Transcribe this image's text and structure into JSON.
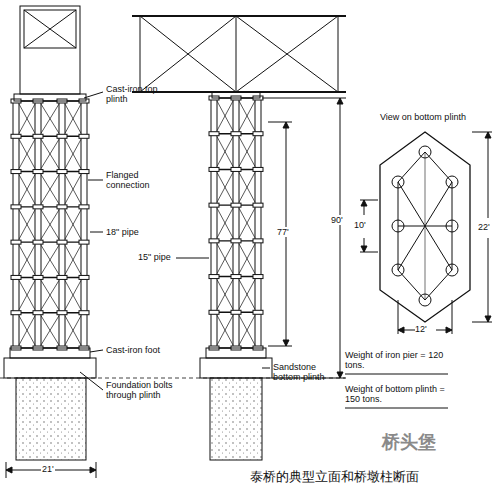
{
  "diagram": {
    "caption": "泰桥的典型立面和桥墩柱断面",
    "labels": [
      "Cast-iron top plinth",
      "Flanged connection",
      "18\" pipe",
      "Cast-iron foot",
      "Foundation bolts through plinth",
      "21'",
      "15\" pipe",
      "77'",
      "90'",
      "Sandstone bottom plinth",
      "View on bottom plinth",
      "10'",
      "22'",
      "12'",
      "Weight of iron pier = 120 tons.",
      "Weight of bottom plinth = 150 tons.",
      "桥头堡"
    ]
  }
}
